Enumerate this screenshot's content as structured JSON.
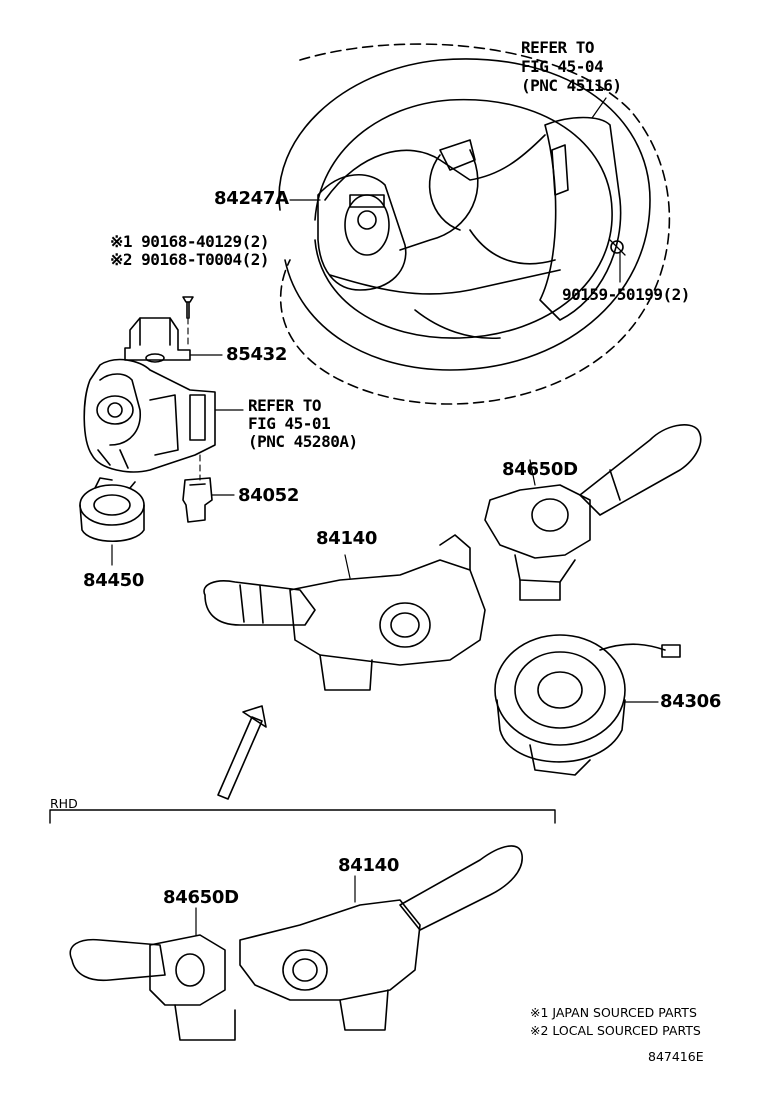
{
  "parts": {
    "p84247a": "84247A",
    "p90168a": "※1 90168-40129(2)",
    "p90168b": "※2 90168-T0004(2)",
    "p85432": "85432",
    "p84052": "84052",
    "p84450": "84450",
    "p90159": "90159-50199(2)",
    "p84650d_top": "84650D",
    "p84140_top": "84140",
    "p84306": "84306",
    "p84140_rhd": "84140",
    "p84650d_rhd": "84650D"
  },
  "refs": {
    "fig4504": {
      "line1": "REFER TO",
      "line2": "FIG 45-04",
      "line3": "(PNC 45116)"
    },
    "fig4501": {
      "line1": "REFER TO",
      "line2": "FIG 45-01",
      "line3": "(PNC 45280A)"
    }
  },
  "rhd_label": "RHD",
  "notes": {
    "note1": "※1 JAPAN SOURCED PARTS",
    "note2": "※2 LOCAL SOURCED PARTS"
  },
  "figure_code": "847416E"
}
